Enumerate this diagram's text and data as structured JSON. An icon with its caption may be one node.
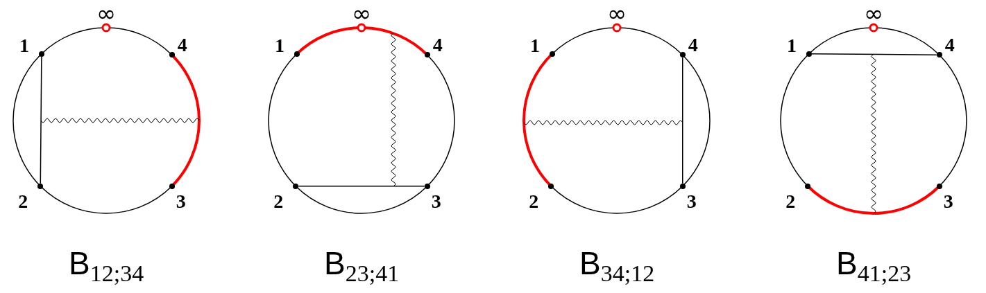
{
  "diagram": {
    "nodes": [
      {
        "text": [],
        "shape": "circle",
        "beside": [
          "1"
        ]
      },
      {
        "text": [],
        "shape": "circle",
        "beside": [
          "4"
        ]
      },
      {
        "text": [],
        "shape": "circle",
        "beside": [
          "2"
        ]
      },
      {
        "text": [],
        "shape": "circle",
        "beside": [
          "3"
        ]
      },
      {
        "text": [],
        "shape": "circle",
        "beside": [
          "1"
        ]
      },
      {
        "text": [],
        "shape": "circle",
        "beside": [
          "4"
        ]
      },
      {
        "text": [],
        "shape": "circle",
        "beside": [
          "2"
        ]
      },
      {
        "text": [],
        "shape": "circle",
        "beside": [
          "3"
        ]
      },
      {
        "text": [],
        "shape": "circle",
        "beside": [
          "1"
        ]
      },
      {
        "text": [],
        "shape": "circle",
        "beside": [
          "4"
        ]
      },
      {
        "text": [],
        "shape": "circle",
        "beside": [
          "2"
        ]
      },
      {
        "text": [],
        "shape": "circle",
        "beside": [
          "3"
        ]
      },
      {
        "text": [],
        "shape": "circle",
        "beside": [
          "1"
        ]
      },
      {
        "text": [],
        "shape": "circle",
        "beside": [
          "4"
        ]
      },
      {
        "text": [],
        "shape": "circle",
        "beside": [
          "2"
        ]
      },
      {
        "text": [],
        "shape": "circle",
        "beside": [
          "3"
        ]
      }
    ],
    "edges": [
      {
        "from": 0,
        "to": 2,
        "arrow": "none"
      },
      {
        "from": 6,
        "to": 7,
        "arrow": "none"
      },
      {
        "from": 9,
        "to": 11,
        "arrow": "none"
      },
      {
        "from": 12,
        "to": 13,
        "arrow": "none"
      }
    ],
    "labels": [
      "∞",
      "∞",
      "∞",
      "∞",
      "B$_{12;34}$",
      "B$_{23;41}$",
      "B$_{34;12}$",
      "B$_{41;23}$"
    ]
  }
}
